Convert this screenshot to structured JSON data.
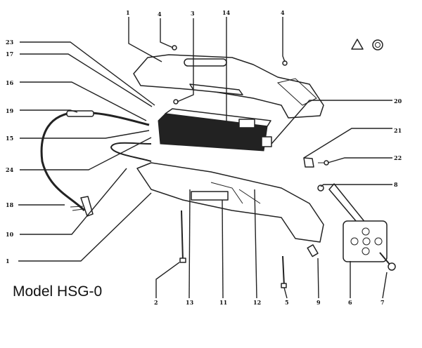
{
  "title": "Model HSG-0",
  "labels": {
    "top_1": "1",
    "top_4a": "4",
    "top_3": "3",
    "top_14": "14",
    "top_4b": "4",
    "l_23": "23",
    "l_17": "17",
    "l_16": "16",
    "l_19": "19",
    "l_15": "15",
    "l_24": "24",
    "l_18": "18",
    "l_10": "10",
    "l_1": "1",
    "r_20": "20",
    "r_21": "21",
    "r_22": "22",
    "r_8": "8",
    "b_2": "2",
    "b_13": "13",
    "b_11": "11",
    "b_12": "12",
    "b_5": "5",
    "b_9": "9",
    "b_6": "6",
    "b_7": "7"
  }
}
